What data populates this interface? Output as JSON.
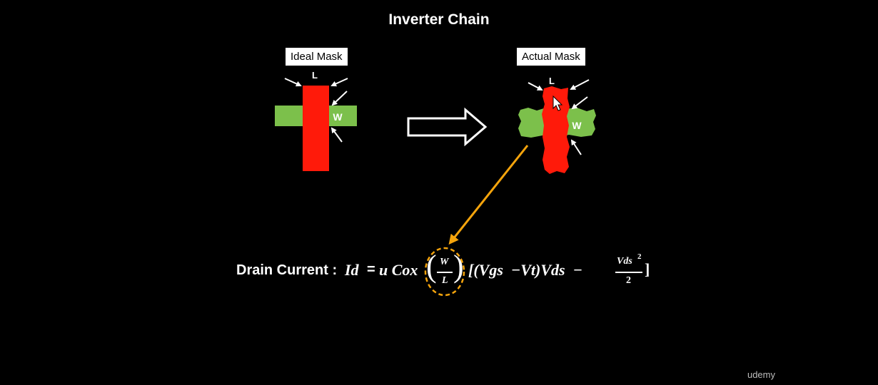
{
  "title": "Inverter Chain",
  "ideal": {
    "label": "Ideal Mask",
    "l_label": "L",
    "w_label": "W"
  },
  "actual": {
    "label": "Actual Mask",
    "l_label": "L",
    "w_label": "W"
  },
  "formula": {
    "label": "Drain Current :",
    "id": "Id",
    "eq": "=",
    "ucox": "u Cox",
    "frac_num": "W",
    "frac_den": "L",
    "bracket_part": "[(Vgs  −Vt)Vds  −",
    "frac2_num": "Vds",
    "frac2_exp": "2",
    "frac2_den": "2",
    "close": "]"
  },
  "brand": "udemy",
  "colors": {
    "gate": "#ff1a0a",
    "active": "#7cc04b",
    "arrow": "#f5a40c",
    "bg": "#000000"
  }
}
